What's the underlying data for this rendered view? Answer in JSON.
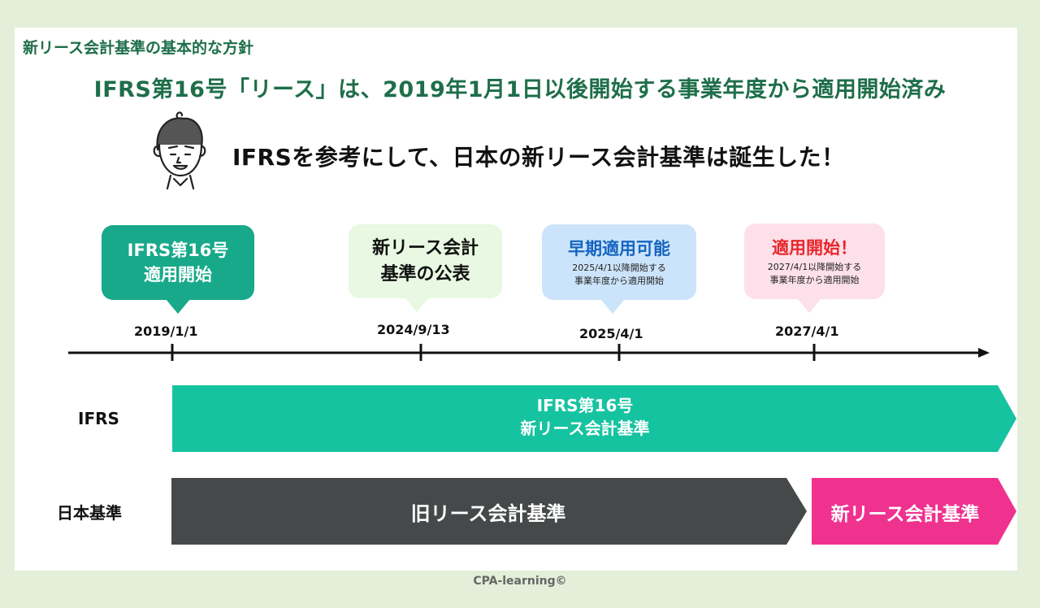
{
  "section_title": "新リース会計基準の基本的な方針",
  "headline": "IFRS第16号「リース」は、2019年1月1日以後開始する事業年度から適用開始済み",
  "subheadline": "IFRSを参考にして、日本の新リース会計基準は誕生した！",
  "milestones": [
    {
      "date": "2019/1/1",
      "title_lines": [
        "IFRS第16号",
        "適用開始"
      ]
    },
    {
      "date": "2024/9/13",
      "title_lines": [
        "新リース会計",
        "基準の公表"
      ]
    },
    {
      "date": "2025/4/1",
      "title": "早期適用可能",
      "detail_lines": [
        "2025/4/1以降開始する",
        "事業年度から適用開始"
      ]
    },
    {
      "date": "2027/4/1",
      "title": "適用開始！",
      "detail_lines": [
        "2027/4/1以降開始する",
        "事業年度から適用開始"
      ]
    }
  ],
  "rows": [
    {
      "label": "IFRS",
      "bars": [
        {
          "lines": [
            "IFRS第16号",
            "新リース会計基準"
          ],
          "color": "#16c3a0"
        }
      ]
    },
    {
      "label": "日本基準",
      "bars": [
        {
          "text": "旧リース会計基準",
          "color": "#46494a"
        },
        {
          "text": "新リース会計基準",
          "color": "#f0328f"
        }
      ]
    }
  ],
  "colors": {
    "heading_green": "#1e6e4a",
    "early_title_blue": "#1565c0",
    "start_title_red": "#e8262b"
  },
  "icons": [
    "character-illustration",
    "timeline-arrow"
  ],
  "credit": "CPA-learning©"
}
